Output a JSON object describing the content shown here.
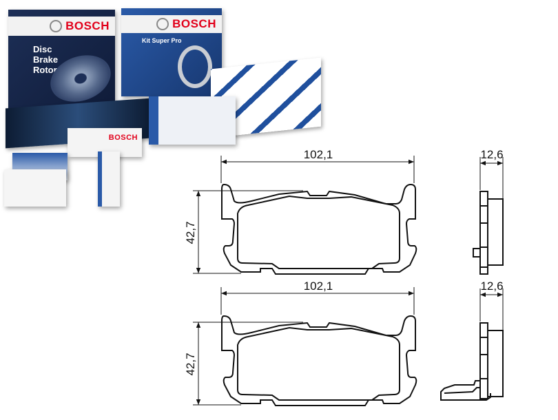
{
  "products": {
    "brand": "BOSCH",
    "rotor_box_title": "Disc Brake Rotor",
    "rotor_lines": [
      "Disc",
      "Brake",
      "Rotor"
    ],
    "kit_box_title": "Kit Super Pro"
  },
  "drawing_top": {
    "width_label": "102,1",
    "height_label": "42,7",
    "thickness_label": "12,6"
  },
  "drawing_bottom": {
    "width_label": "102,1",
    "height_label": "42,7",
    "thickness_label": "12,6"
  },
  "colors": {
    "brand_red": "#e2001a",
    "box_navy": "#1d2f57",
    "box_blue": "#2a5aa8"
  }
}
